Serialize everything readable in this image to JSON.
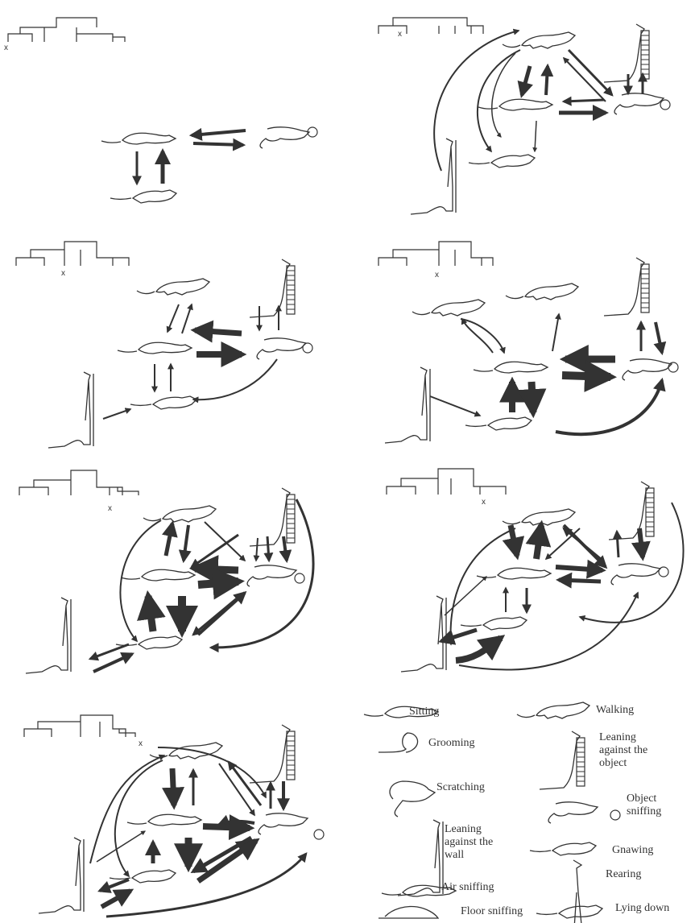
{
  "panels": [
    {
      "id": "p1",
      "x_mark": "x"
    },
    {
      "id": "p2",
      "x_mark": "x"
    },
    {
      "id": "p3",
      "x_mark": "x"
    },
    {
      "id": "p4",
      "x_mark": "x"
    },
    {
      "id": "p5",
      "x_mark": "x"
    },
    {
      "id": "p6",
      "x_mark": "x"
    },
    {
      "id": "p7",
      "x_mark": "x"
    }
  ],
  "legend": {
    "items": [
      {
        "key": "sitting",
        "label": "Sitting"
      },
      {
        "key": "walking",
        "label": "Walking"
      },
      {
        "key": "grooming",
        "label": "Grooming"
      },
      {
        "key": "leaning_object",
        "label": "Leaning\nagainst the\nobject"
      },
      {
        "key": "scratching",
        "label": "Scratching"
      },
      {
        "key": "object_sniffing",
        "label": "Object\nsniffing"
      },
      {
        "key": "leaning_wall",
        "label": "Leaning\nagainst the\nwall"
      },
      {
        "key": "gnawing",
        "label": "Gnawing"
      },
      {
        "key": "rearing",
        "label": "Rearing"
      },
      {
        "key": "air_sniffing",
        "label": "Air sniffing"
      },
      {
        "key": "lying_down",
        "label": "Lying down"
      },
      {
        "key": "floor_sniffing",
        "label": "Floor sniffing"
      }
    ]
  },
  "colors": {
    "ink": "#333333",
    "paper": "#ffffff"
  }
}
